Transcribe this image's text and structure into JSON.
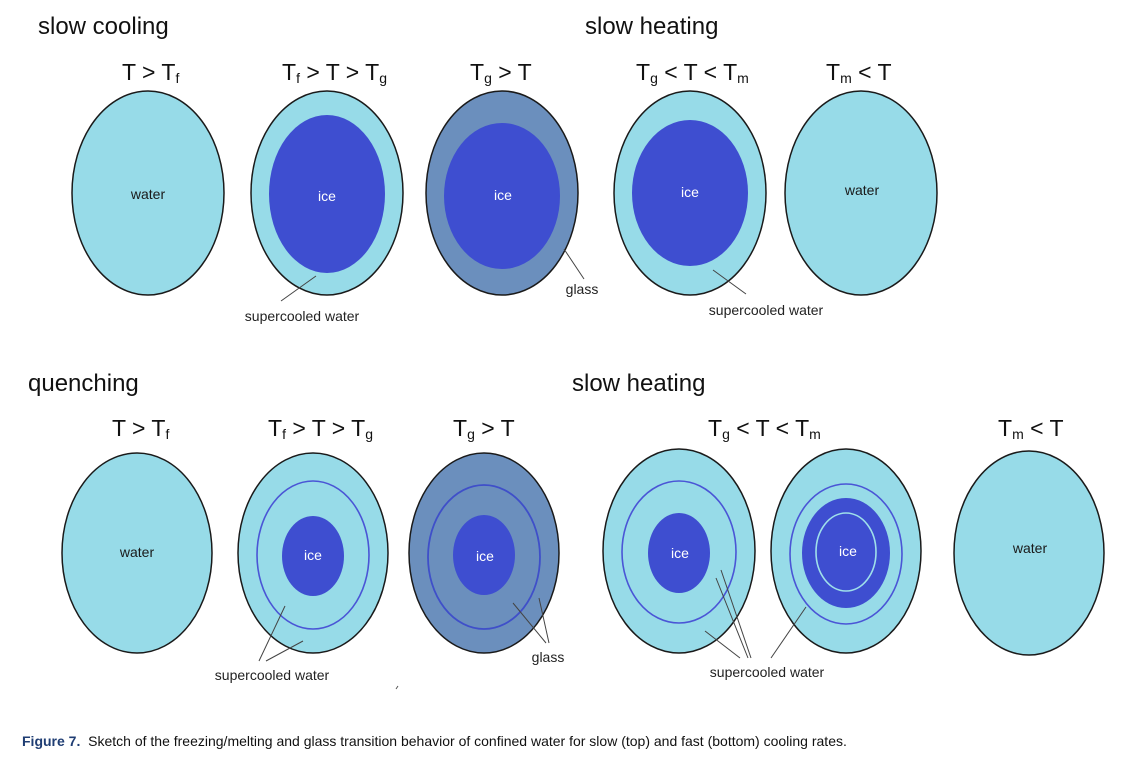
{
  "colors": {
    "water": "#97dbe8",
    "ice": "#3e4ed0",
    "glass": "#6b8fbd",
    "ring": "#4a55d6",
    "outline": "#1a1a1a"
  },
  "top": {
    "left_title": "slow cooling",
    "right_title": "slow heating",
    "conditions": [
      {
        "main": "T > T",
        "sub": "f",
        "after": ""
      },
      {
        "main": "T",
        "sub": "f",
        "after": " > T > T",
        "sub2": "g"
      },
      {
        "main": "T",
        "sub": "g",
        "after": " > T"
      },
      {
        "main": "T",
        "sub": "g",
        "after": " < T < T",
        "sub2": "m"
      },
      {
        "main": "T",
        "sub": "m",
        "after": " < T"
      }
    ],
    "labels": {
      "water1": "water",
      "ice2": "ice",
      "ice3": "ice",
      "ice4": "ice",
      "water5": "water",
      "supercooled_left": "supercooled water",
      "glass": "glass",
      "supercooled_right": "supercooled water"
    }
  },
  "bottom": {
    "left_title": "quenching",
    "right_title": "slow heating",
    "conditions": [
      {
        "main": "T > T",
        "sub": "f"
      },
      {
        "main": "T",
        "sub": "f",
        "after": " > T > T",
        "sub2": "g"
      },
      {
        "main": "T",
        "sub": "g",
        "after": " > T"
      },
      {
        "main": "T",
        "sub": "g",
        "after": " < T < T",
        "sub2": "m"
      },
      {
        "main": "T",
        "sub": "m",
        "after": " < T"
      }
    ],
    "labels": {
      "water1": "water",
      "ice2": "ice",
      "ice3": "ice",
      "ice4": "ice",
      "ice5": "ice",
      "water6": "water",
      "supercooled_left": "supercooled water",
      "glass": "glass",
      "supercooled_right": "supercooled water"
    }
  },
  "caption": {
    "label": "Figure 7.",
    "text": "Sketch of the freezing/melting and glass transition behavior of confined water for slow (top) and fast (bottom) cooling rates."
  }
}
